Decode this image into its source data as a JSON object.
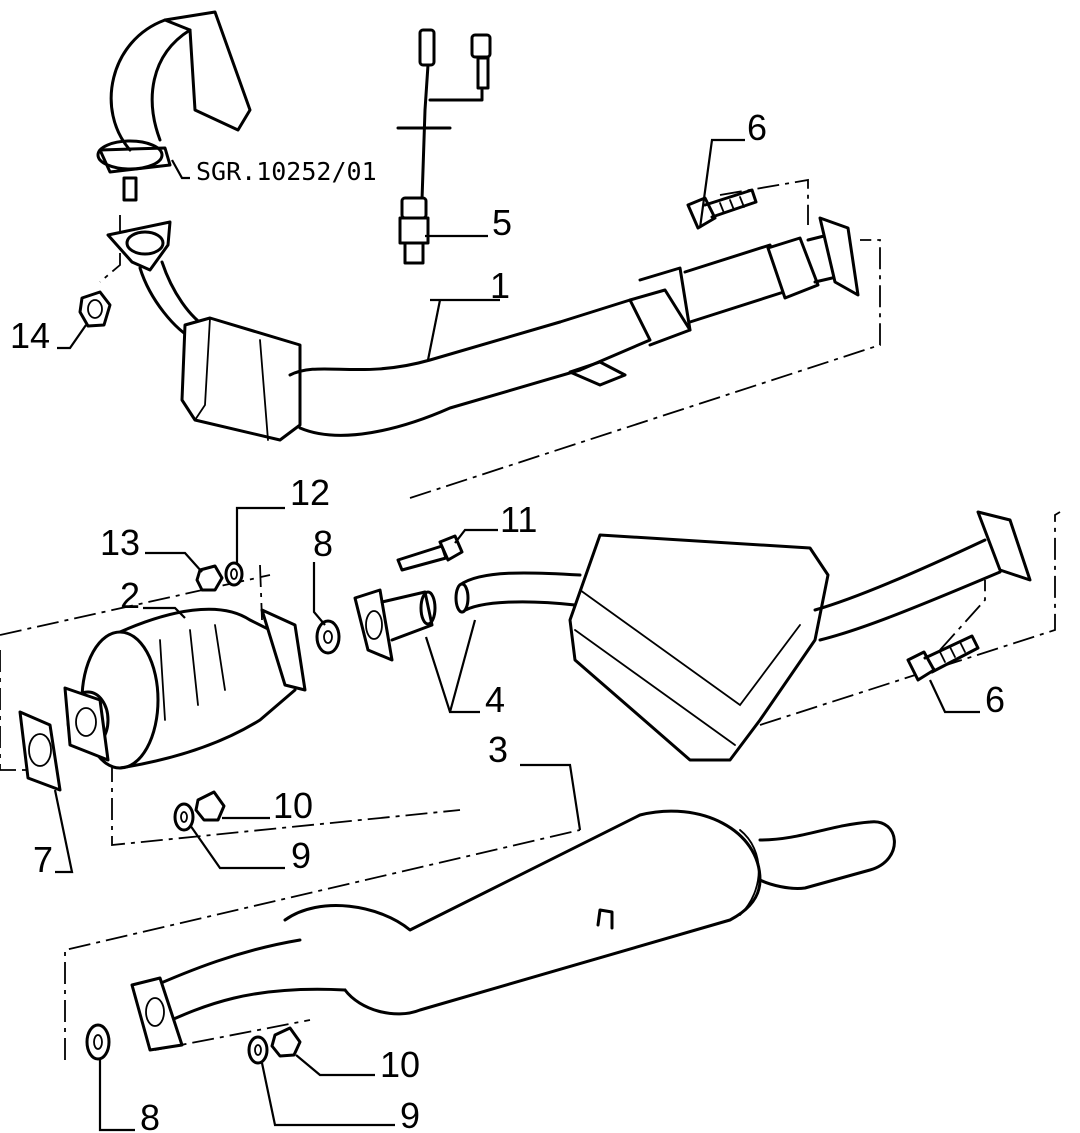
{
  "reference_code": "SGR.10252/01",
  "callouts": {
    "c1": "1",
    "c2": "2",
    "c3": "3",
    "c4": "4",
    "c5": "5",
    "c6a": "6",
    "c6b": "6",
    "c7": "7",
    "c8a": "8",
    "c8b": "8",
    "c9a": "9",
    "c9b": "9",
    "c10a": "10",
    "c10b": "10",
    "c11": "11",
    "c12": "12",
    "c13": "13",
    "c14": "14"
  }
}
